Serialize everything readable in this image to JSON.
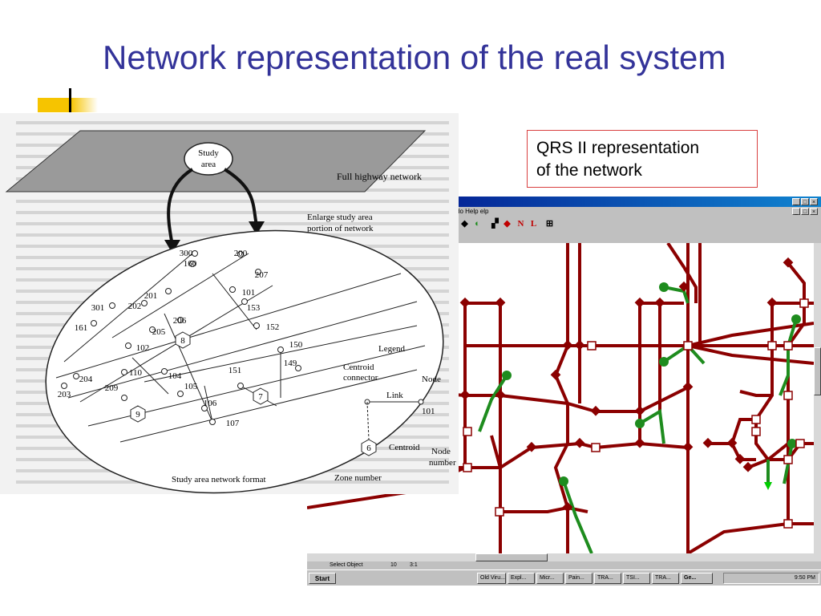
{
  "slide": {
    "title": "Network representation of the real system"
  },
  "callout": {
    "line1": "QRS II representation",
    "line2": "of the network"
  },
  "figure": {
    "study_area": [
      "Study",
      "area"
    ],
    "full_network": "Full highway network",
    "enlarge": [
      "Enlarge study area",
      "portion of network"
    ],
    "caption": "Study area network format",
    "nodes": [
      "300",
      "160",
      "200",
      "207",
      "101",
      "153",
      "201",
      "202",
      "301",
      "161",
      "206",
      "152",
      "205",
      "102",
      "150",
      "110",
      "104",
      "151",
      "149",
      "204",
      "105",
      "203",
      "209",
      "106",
      "107"
    ],
    "zones": [
      "8",
      "7",
      "9",
      "6"
    ],
    "legend": {
      "title": "Legend",
      "centroid_connector": [
        "Centroid",
        "connector"
      ],
      "node": "Node",
      "link": "Link",
      "node_id": "101",
      "centroid": "Centroid",
      "node_number": [
        "Node",
        "number"
      ],
      "zone_number": "Zone number"
    }
  },
  "app": {
    "menu_text": "do Help elp",
    "toolbar_letters": [
      "N",
      "L"
    ],
    "status": {
      "label": "Select Object",
      "field1": "10",
      "field2": "3:1"
    },
    "taskbar": {
      "start": "Start",
      "items": [
        "Old Viru...",
        "Expl...",
        "Micr...",
        "Pain...",
        "TRA...",
        "TSI...",
        "TRA...",
        "Ge..."
      ],
      "clock": "9:50 PM"
    }
  },
  "colors": {
    "title": "#333399",
    "accent": "#f6c400",
    "link": "#8b0000",
    "connector": "#1e8c1e",
    "callout_border": "#d94040"
  }
}
